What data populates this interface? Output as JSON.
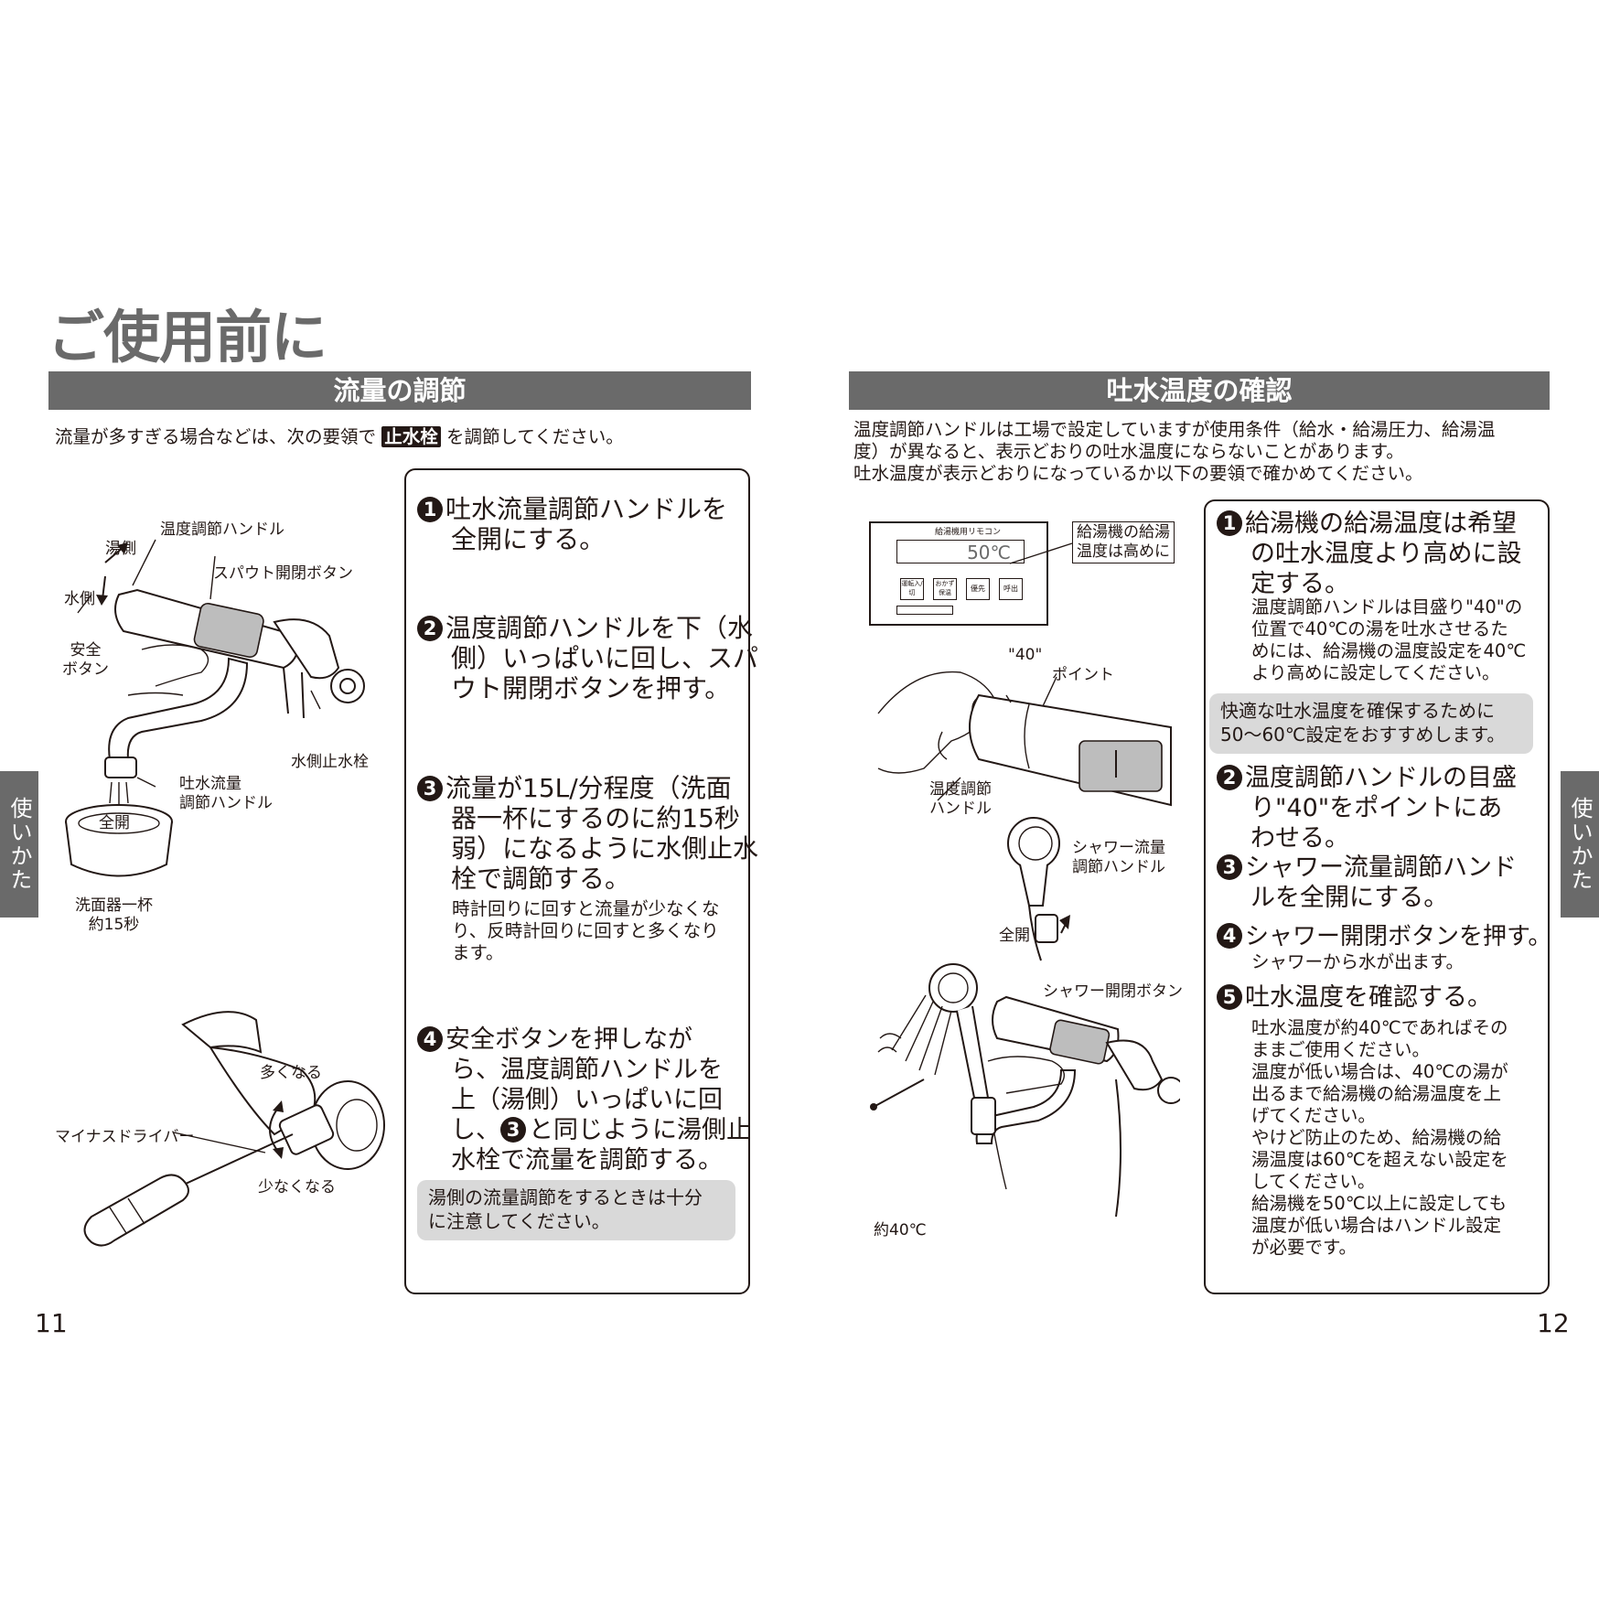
{
  "page_title": "ご使用前に",
  "left": {
    "section_title": "流量の調節",
    "intro_pre": "流量が多すぎる場合などは、次の要領で",
    "intro_highlight": "止水栓",
    "intro_post": "を調節してください。",
    "steps": [
      {
        "num": "1",
        "lines": [
          "吐水流量調節ハンドルを",
          "全開にする。"
        ]
      },
      {
        "num": "2",
        "lines": [
          "温度調節ハンドルを下（水",
          "側）いっぱいに回し、スパ",
          "ウト開閉ボタンを押す。"
        ]
      },
      {
        "num": "3",
        "lines": [
          "流量が15L/分程度（洗面",
          "器一杯にするのに約15秒",
          "弱）になるように水側止水",
          "栓で調節する。"
        ],
        "note": [
          "時計回りに回すと流量が少なくな",
          "り、反時計回りに回すと多くなり",
          "ます。"
        ]
      },
      {
        "num": "4",
        "lines": [
          "安全ボタンを押しなが",
          "ら、温度調節ハンドルを",
          "上（湯側）いっぱいに回",
          "と同じように湯側止",
          "水栓で流量を調節する。"
        ],
        "inline_ref": "3",
        "line4_prefix": "し、"
      }
    ],
    "caution": [
      "湯側の流量調節をするときは十分",
      "に注意してください。"
    ],
    "fig1_labels": {
      "temp_handle": "温度調節ハンドル",
      "hot_side": "湯側",
      "spout_button": "スパウト開閉ボタン",
      "cold_side": "水側",
      "safety_button_1": "安全",
      "safety_button_2": "ボタン",
      "cold_stop": "水側止水栓",
      "flow_handle_1": "吐水流量",
      "flow_handle_2": "調節ハンドル",
      "full_open": "全開",
      "basin_1": "洗面器一杯",
      "basin_2": "約15秒"
    },
    "fig2_labels": {
      "more": "多くなる",
      "driver": "マイナスドライバー",
      "less": "少なくなる"
    },
    "side_tab": "使いかた",
    "page_number": "11"
  },
  "right": {
    "section_title": "吐水温度の確認",
    "intro": [
      "温度調節ハンドルは工場で設定していますが使用条件（給水・給湯圧力、給湯温",
      "度）が異なると、表示どおりの吐水温度にならないことがあります。",
      "吐水温度が表示どおりになっているか以下の要領で確かめてください。"
    ],
    "steps": [
      {
        "num": "1",
        "lines": [
          "給湯機の給湯温度は希望",
          "の吐水温度より高めに設",
          "定する。"
        ],
        "note": [
          "温度調節ハンドルは目盛り\"40\"の",
          "位置で40℃の湯を吐水させるた",
          "めには、給湯機の温度設定を40℃",
          "より高めに設定してください。"
        ]
      },
      {
        "num": "2",
        "lines": [
          "温度調節ハンドルの目盛",
          "り\"40\"をポイントにあ",
          "わせる。"
        ]
      },
      {
        "num": "3",
        "lines": [
          "シャワー流量調節ハンド",
          "ルを全開にする。"
        ]
      },
      {
        "num": "4",
        "lines": [
          "シャワー開閉ボタンを押す。"
        ],
        "note": [
          "シャワーから水が出ます。"
        ]
      },
      {
        "num": "5",
        "lines": [
          "吐水温度を確認する。"
        ],
        "note": [
          "吐水温度が約40℃であればその",
          "ままご使用ください。",
          "温度が低い場合は、40℃の湯が",
          "出るまで給湯機の給湯温度を上",
          "げてください。",
          "やけど防止のため、給湯機の給",
          "湯温度は60℃を超えない設定を",
          "してください。",
          "給湯機を50℃以上に設定しても",
          "温度が低い場合はハンドル設定",
          "が必要です。"
        ]
      }
    ],
    "recommend": [
      "快適な吐水温度を確保するために",
      "50～60℃設定をおすすめします。"
    ],
    "remote": {
      "title": "給湯機用リモコン",
      "display": "50℃",
      "buttons": [
        "運転入/切",
        "おかず保温",
        "優先",
        "呼出"
      ],
      "callout": [
        "給湯機の給湯",
        "温度は高めに"
      ]
    },
    "fig_labels": {
      "mark40": "\"40\"",
      "point": "ポイント",
      "temp_handle_1": "温度調節",
      "temp_handle_2": "ハンドル",
      "shower_flow_1": "シャワー流量",
      "shower_flow_2": "調節ハンドル",
      "full_open": "全開",
      "shower_button": "シャワー開閉ボタン",
      "approx40": "約40℃"
    },
    "side_tab": "使いかた",
    "page_number": "12"
  }
}
